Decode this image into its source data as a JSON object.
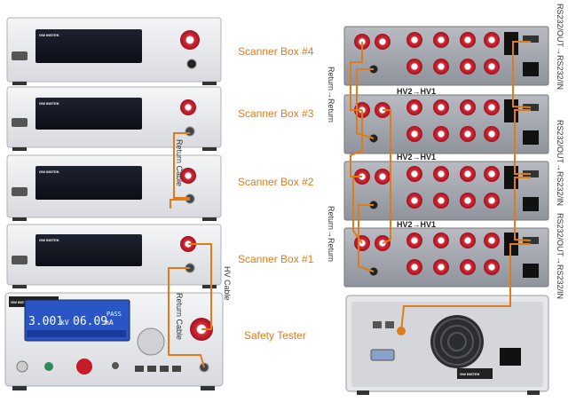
{
  "left": {
    "scanners": [
      {
        "label": "Scanner Box #4",
        "brand": "GW INSTEK"
      },
      {
        "label": "Scanner Box #3",
        "brand": "GW INSTEK"
      },
      {
        "label": "Scanner Box #2",
        "brand": "GW INSTEK"
      },
      {
        "label": "Scanner Box #1",
        "brand": "GW INSTEK"
      }
    ],
    "tester": {
      "label": "Safety Tester",
      "brand": "GW INSTEK",
      "lcd_v": "3.001",
      "lcd_i": "06.09",
      "lcd_unit": "kV",
      "lcd_unit2": "mA",
      "lcd_status": "PASS"
    },
    "cables": {
      "return_cable": "Return Cable",
      "hv_cable": "HV Cable",
      "return_cable_2": "Return Cable"
    }
  },
  "right": {
    "hv_labels": [
      "HV2→HV1",
      "HV2→HV1",
      "HV2→HV1"
    ],
    "return_labels": [
      "Return→Return",
      "Return→Return"
    ],
    "rs_labels": [
      "RS232/OUT→RS232/IN",
      "RS232/OUT→RS232/IN",
      "RS232/OUT→RS232/IN"
    ],
    "tester_brand": "GW INSTEK"
  }
}
